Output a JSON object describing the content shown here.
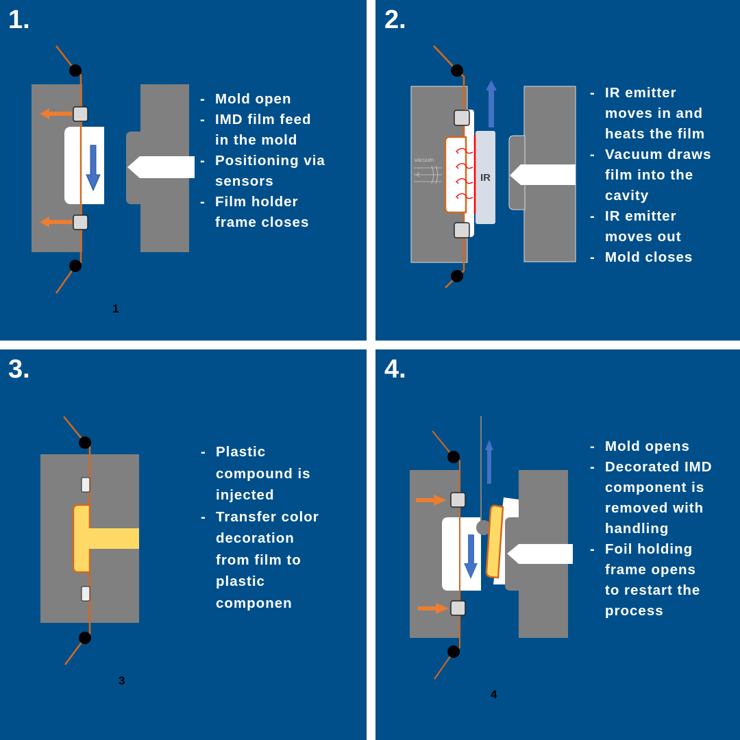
{
  "panels": [
    {
      "number": "1.",
      "caption": "1",
      "steps": [
        [
          "Mold open"
        ],
        [
          "IMD film feed",
          "in the mold"
        ],
        [
          "Positioning via",
          "sensors"
        ],
        [
          "Film holder",
          "frame closes"
        ]
      ]
    },
    {
      "number": "2.",
      "caption": "",
      "ir_label": "IR",
      "vacuum_label": "vacuum",
      "steps": [
        [
          "IR emitter",
          "moves in and",
          "heats the film"
        ],
        [
          "Vacuum draws",
          "film into the",
          "cavity"
        ],
        [
          "IR emitter",
          "moves out"
        ],
        [
          "Mold closes"
        ]
      ]
    },
    {
      "number": "3.",
      "caption": "3",
      "steps": [
        [
          "Plastic",
          "compound is",
          "injected"
        ],
        [
          "Transfer color",
          "decoration",
          "from film to",
          "plastic",
          "componen"
        ]
      ]
    },
    {
      "number": "4.",
      "caption": "4",
      "steps": [
        [
          "Mold opens"
        ],
        [
          "Decorated IMD",
          "component is",
          "removed with",
          "handling"
        ],
        [
          "Foil holding",
          "frame opens",
          "to restart the",
          "process"
        ]
      ]
    }
  ],
  "dash": "-",
  "colors": {
    "background": "#004f8a",
    "mold": "#808080",
    "film": "#d2691e",
    "arrow_orange": "#ed7d31",
    "arrow_blue": "#4472c4",
    "part_yellow": "#ffd966"
  }
}
